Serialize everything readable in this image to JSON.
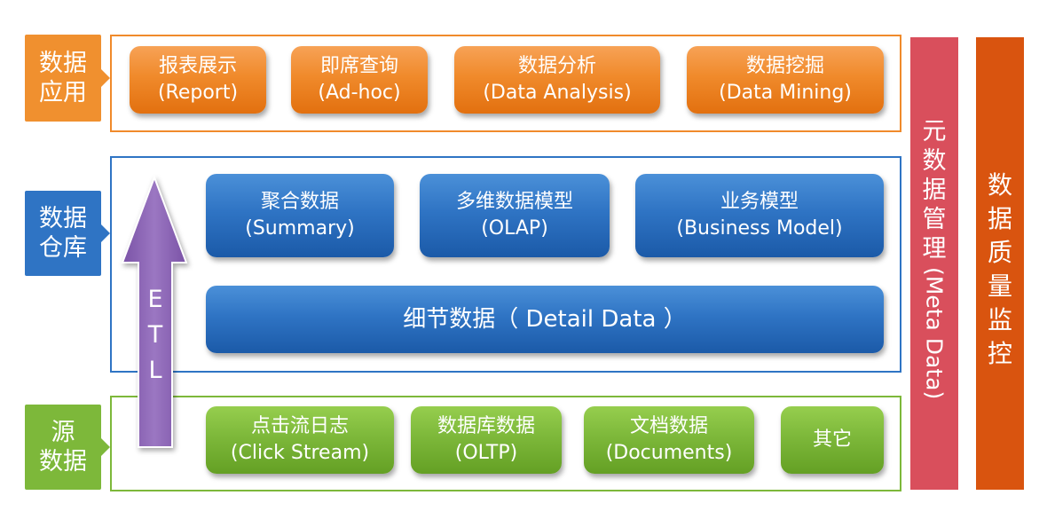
{
  "layers": {
    "application": {
      "tag": "数据\n应用",
      "items": [
        {
          "zh": "报表展示",
          "en": "(Report)"
        },
        {
          "zh": "即席查询",
          "en": "(Ad-hoc)"
        },
        {
          "zh": "数据分析",
          "en": "(Data Analysis)"
        },
        {
          "zh": "数据挖掘",
          "en": "(Data Mining)"
        }
      ]
    },
    "warehouse": {
      "tag": "数据\n仓库",
      "items": [
        {
          "zh": "聚合数据",
          "en": "(Summary)"
        },
        {
          "zh": "多维数据模型",
          "en": "(OLAP)"
        },
        {
          "zh": "业务模型",
          "en": "(Business Model)"
        }
      ],
      "detail": "细节数据（ Detail Data ）"
    },
    "source": {
      "tag": "源\n数据",
      "items": [
        {
          "zh": "点击流日志",
          "en": "(Click Stream)"
        },
        {
          "zh": "数据库数据",
          "en": "(OLTP)"
        },
        {
          "zh": "文档数据",
          "en": "(Documents)"
        },
        {
          "zh": "其它",
          "en": ""
        }
      ]
    }
  },
  "etl": {
    "label": "ETL"
  },
  "metadata": {
    "zh": "元数据管理",
    "en": "(Meta Data)"
  },
  "quality": {
    "label": "数据质量监控"
  },
  "colors": {
    "orange": "#f08a2b",
    "blue": "#2f74c4",
    "green": "#7db83a",
    "purple": "#8a63b0",
    "meta_red": "#d94f5c",
    "quality_orange": "#d9540f"
  }
}
